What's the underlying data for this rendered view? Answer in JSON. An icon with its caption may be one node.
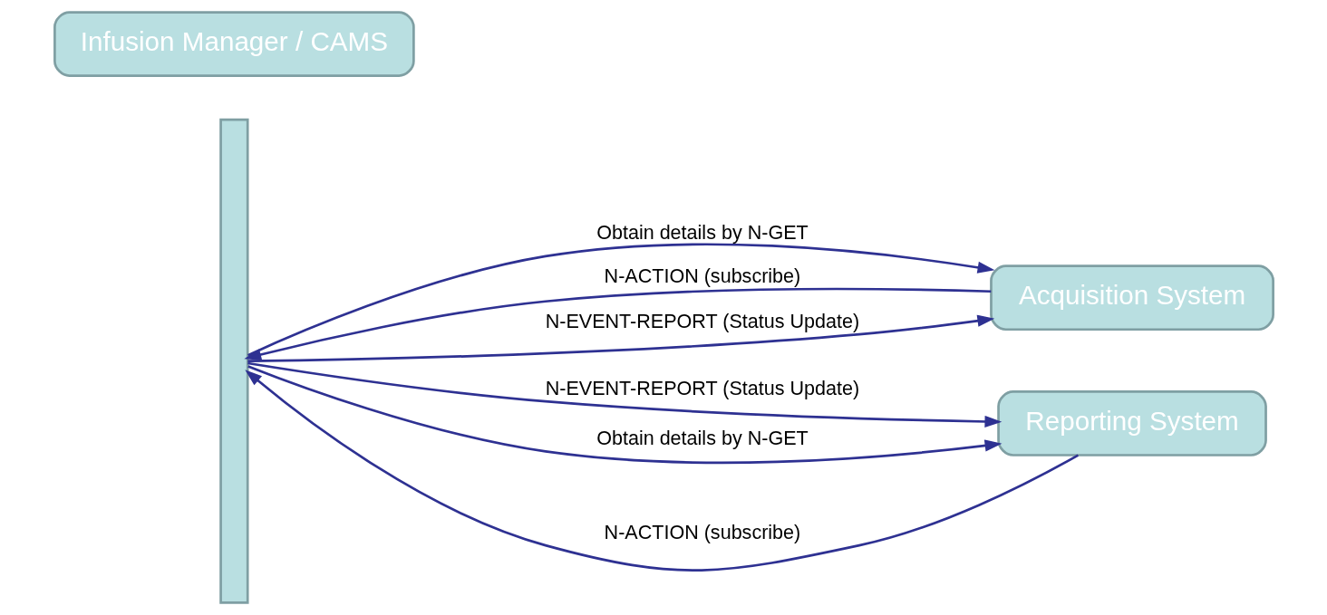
{
  "diagram": {
    "nodes": [
      {
        "text": [
          "Acquisition System"
        ]
      },
      {
        "text": [
          "Infusion Manager / CAMS"
        ]
      },
      {
        "text": [],
        "shape": "bar"
      },
      {
        "text": [
          "Reporting System"
        ]
      }
    ],
    "edges": [
      {
        "from": 0,
        "to": 2,
        "arrow": "to",
        "label": "N-ACTION (subscribe)"
      },
      {
        "from": 2,
        "to": 0,
        "arrow": "to",
        "label": "N-EVENT-REPORT (Status Update)"
      },
      {
        "from": 2,
        "to": 0,
        "arrow": "to",
        "label": "Obtain details by N-GET"
      },
      {
        "from": 3,
        "to": 2,
        "arrow": "to",
        "label": "N-ACTION (subscribe)"
      },
      {
        "from": 2,
        "to": 3,
        "arrow": "to",
        "label": "N-EVENT-REPORT (Status Update)"
      },
      {
        "from": 2,
        "to": 3,
        "arrow": "to",
        "label": "Obtain details by N-GET"
      }
    ]
  }
}
